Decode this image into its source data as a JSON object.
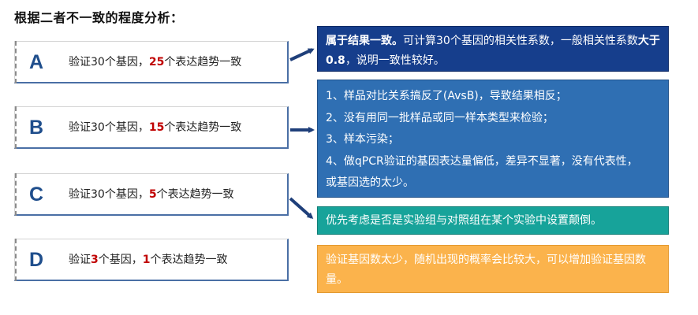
{
  "title": "根据二者不一致的程度分析：",
  "cases": [
    {
      "letter": "A",
      "pre": "验证30个基因，",
      "num": "25",
      "post": "个表达趋势一致"
    },
    {
      "letter": "B",
      "pre": "验证30个基因，",
      "num": "15",
      "post": "个表达趋势一致"
    },
    {
      "letter": "C",
      "pre": "验证30个基因，",
      "num": "5",
      "post": "个表达趋势一致"
    },
    {
      "letter": "D",
      "pre_a": "验证",
      "num_a": "3",
      "pre_b": "个基因，",
      "num": "1",
      "post": "个表达趋势一致"
    }
  ],
  "box_a": {
    "bold1": "属于结果一致。",
    "text1": "可计算30个基因的相关性系数，一般相关性系数",
    "bold2": "大于0.8",
    "text2": "，说明一致性较好。"
  },
  "box_b": {
    "lines": [
      "1、样品对比关系搞反了(AvsB)，导致结果相反；",
      "2、没有用同一批样品或同一样本类型来检验；",
      "3、样本污染；",
      "4、做qPCR验证的基因表达量偏低，差异不显著，没有代表性，",
      "或基因选的太少。"
    ]
  },
  "box_c": {
    "text": "优先考虑是否是实验组与对照组在某个实验中设置颠倒。"
  },
  "box_d": {
    "text": "验证基因数太少，随机出现的概率会比较大，可以增加验证基因数量。"
  },
  "colors": {
    "letter": "#1f4e8c",
    "highlight": "#c00000",
    "box_a": "#163e8c",
    "box_b": "#2f6fb3",
    "box_c": "#17a39a",
    "box_d": "#fbb34c",
    "arrow": "#1f3f7a"
  }
}
